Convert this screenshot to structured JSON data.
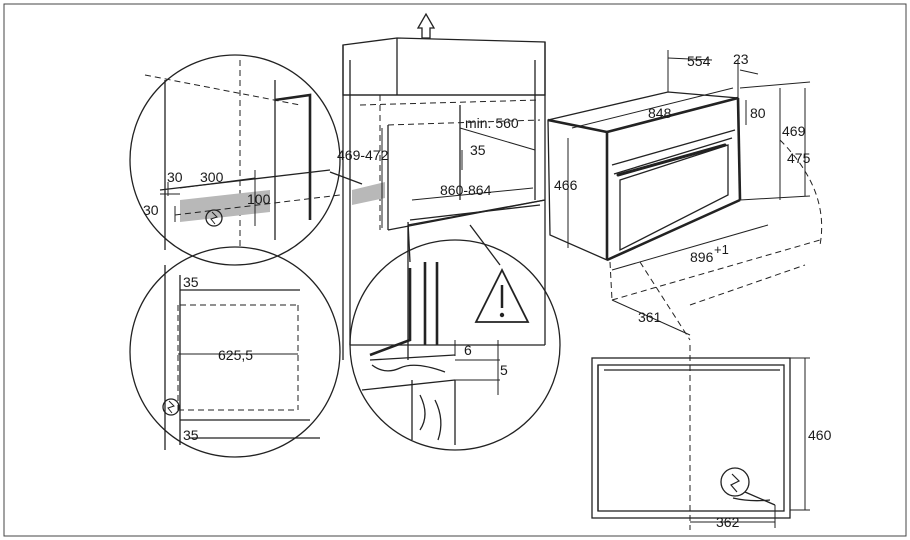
{
  "dimensions": {
    "d_30_top": "30",
    "d_300": "300",
    "d_30_left": "30",
    "d_100": "100",
    "d_35_top": "35",
    "d_625": "625,5",
    "d_35_bottom": "35",
    "d_469_472": "469-472",
    "d_min560": "min. 560",
    "d_35_mid": "35",
    "d_860_864": "860-864",
    "d_6": "6",
    "d_5": "5",
    "d_554": "554",
    "d_23": "23",
    "d_848": "848",
    "d_80": "80",
    "d_469": "469",
    "d_475": "475",
    "d_466": "466",
    "d_896": "896",
    "d_896_tol": "+1",
    "d_361": "361",
    "d_460": "460",
    "d_362": "362"
  },
  "icons": {
    "up_arrow": "up-arrow-icon",
    "warning": "warning-icon",
    "power_symbol": "power-symbol-icon"
  }
}
